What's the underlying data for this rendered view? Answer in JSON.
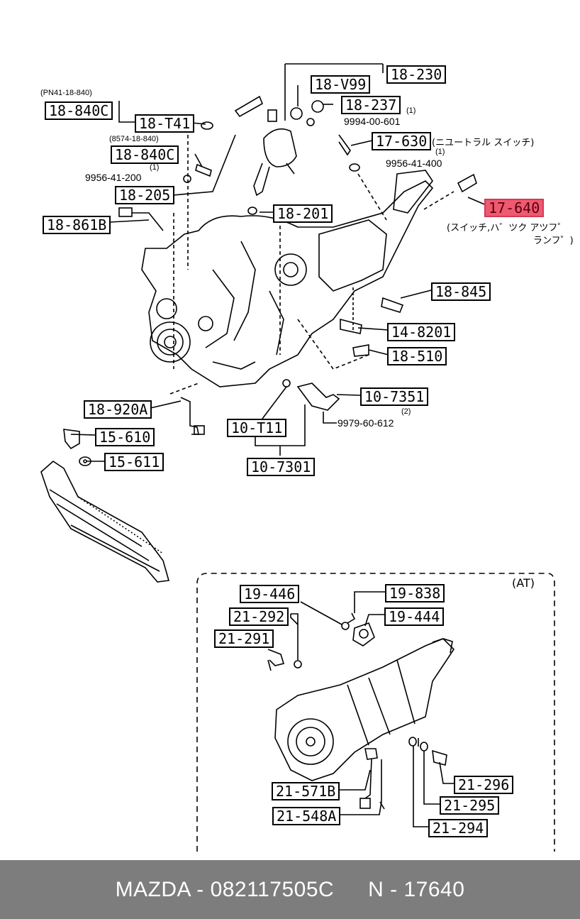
{
  "labels": {
    "p18_230": "18-230",
    "p18_v99": "18-V99",
    "pn41": "(PN41-18-840)",
    "p18_840c_a": "18-840C",
    "p18_237": "18-237",
    "q1a": "(1)",
    "p9994": "9994-00-601",
    "p18_t41": "18-T41",
    "p8574": "(8574-18-840)",
    "p17_630": "17-630",
    "neutral": "(ニユートラル  スイッチ)",
    "p18_840c_b": "18-840C",
    "q1b": "(1)",
    "q1c": "(1)",
    "p9956_200": "9956-41-200",
    "p9956_400": "9956-41-400",
    "p18_205": "18-205",
    "p17_640": "17-640",
    "p18_201": "18-201",
    "p18_861b": "18-861B",
    "backup1": "(スイッチ,ハ゛ツク  アツフ゜",
    "backup2": "ランフ゜)",
    "p18_845": "18-845",
    "p14_8201": "14-8201",
    "p18_510": "18-510",
    "p10_7351": "10-7351",
    "p18_920a": "18-920A",
    "q2": "(2)",
    "p9979": "9979-60-612",
    "p15_610": "15-610",
    "p10_t11": "10-T11",
    "p15_611": "15-611",
    "p10_7301": "10-7301",
    "at": "(AT)",
    "p19_446": "19-446",
    "p19_838": "19-838",
    "p21_292": "21-292",
    "p19_444": "19-444",
    "p21_291": "21-291",
    "p21_571b": "21-571B",
    "p21_296": "21-296",
    "p21_295": "21-295",
    "p21_548a": "21-548A",
    "p21_294": "21-294"
  },
  "footer": {
    "brand_part": "MAZDA - 082117505C",
    "number": "N - 17640"
  },
  "colors": {
    "highlight": "#ef5a70",
    "footer_bg": "#7d7d7d"
  }
}
